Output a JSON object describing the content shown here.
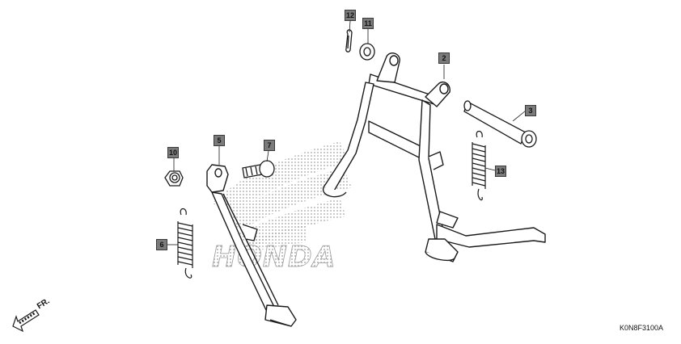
{
  "watermark": {
    "text": "HONDA"
  },
  "callouts": [
    {
      "id": "12",
      "label": "12"
    },
    {
      "id": "11",
      "label": "11"
    },
    {
      "id": "2",
      "label": "2"
    },
    {
      "id": "3",
      "label": "3"
    },
    {
      "id": "13",
      "label": "13"
    },
    {
      "id": "10",
      "label": "10"
    },
    {
      "id": "5",
      "label": "5"
    },
    {
      "id": "7",
      "label": "7"
    },
    {
      "id": "6",
      "label": "6"
    }
  ],
  "direction": {
    "label": "FR."
  },
  "catalog_code": "K0N8F3100A",
  "colors": {
    "line": "#1a1a1a",
    "callout_fill": "#7b7b7b",
    "watermark": "#bdbdbd"
  }
}
